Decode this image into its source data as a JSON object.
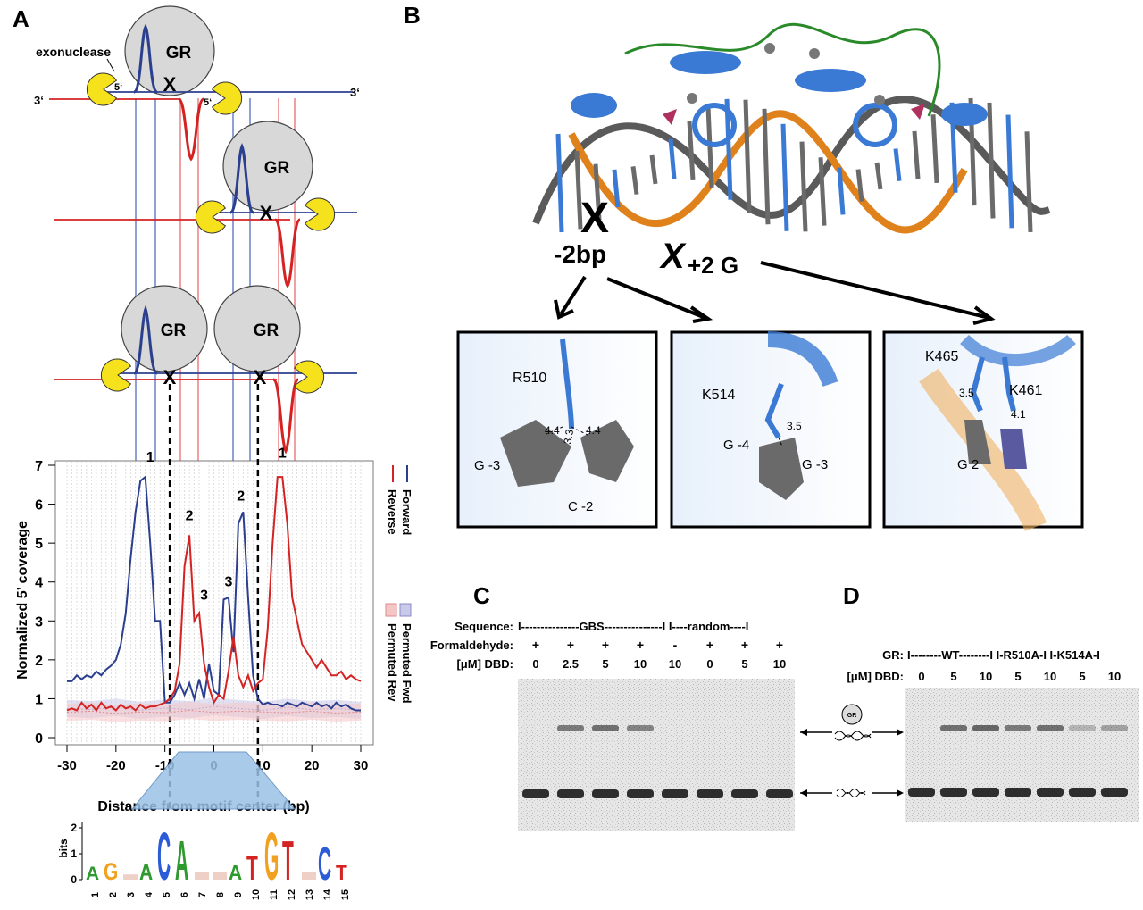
{
  "panels": {
    "a": {
      "label": "A",
      "exonuclease_label": "exonuclease",
      "gr_label": "GR",
      "end_3prime": "3‘",
      "end_5prime": "5‘",
      "bound_mark": "X",
      "chart": {
        "type": "line",
        "xlabel": "Distance from motif center (bp)",
        "ylabel": "Normalized 5’ coverage",
        "xlim": [
          -30,
          30
        ],
        "ylim": [
          0,
          7
        ],
        "xticks": [
          "-30",
          "-20",
          "-10",
          "0",
          "10",
          "20",
          "30"
        ],
        "yticks": [
          "0",
          "1",
          "2",
          "3",
          "4",
          "5",
          "6",
          "7"
        ],
        "grid": true,
        "legend_main": [
          "Forward",
          "Reverse"
        ],
        "legend_perm": [
          "Permuted Fwd",
          "Permuted Rev"
        ],
        "peak_labels": [
          {
            "text": "1",
            "x": -13,
            "y": 7.0
          },
          {
            "text": "2",
            "x": -5,
            "y": 5.5
          },
          {
            "text": "3",
            "x": -2,
            "y": 3.45
          },
          {
            "text": "3",
            "x": 3,
            "y": 3.8
          },
          {
            "text": "2",
            "x": 5.5,
            "y": 6.0
          },
          {
            "text": "1",
            "x": 14,
            "y": 7.1
          }
        ],
        "motif_boundaries": [
          -9,
          9
        ],
        "series": [
          {
            "name": "Forward",
            "color": "#2b3f8f",
            "x": [
              -30,
              -29,
              -28,
              -27,
              -26,
              -25,
              -24,
              -23,
              -22,
              -21,
              -20,
              -19,
              -18,
              -17,
              -16,
              -15,
              -14,
              -13,
              -12,
              -11,
              -10,
              -9,
              -8,
              -7,
              -6,
              -5,
              -4,
              -3,
              -2,
              -1,
              0,
              1,
              2,
              3,
              4,
              5,
              6,
              7,
              8,
              9,
              10,
              11,
              12,
              13,
              14,
              15,
              16,
              17,
              18,
              19,
              20,
              21,
              22,
              23,
              24,
              25,
              26,
              27,
              28,
              29,
              30
            ],
            "y": [
              1.45,
              1.45,
              1.6,
              1.5,
              1.6,
              1.55,
              1.7,
              1.6,
              1.75,
              1.85,
              2.0,
              2.4,
              3.2,
              4.6,
              5.8,
              6.6,
              6.7,
              5.0,
              3.0,
              3.0,
              0.9,
              0.9,
              1.1,
              1.4,
              1.1,
              1.4,
              1.0,
              1.5,
              1.0,
              1.9,
              1.2,
              1.1,
              3.55,
              3.6,
              2.2,
              5.5,
              5.8,
              3.6,
              1.6,
              1.0,
              0.85,
              0.9,
              0.85,
              0.85,
              0.8,
              0.9,
              0.85,
              0.8,
              0.9,
              0.85,
              0.8,
              0.9,
              0.8,
              0.85,
              0.75,
              0.9,
              0.8,
              0.85,
              0.75,
              0.7,
              0.7
            ]
          },
          {
            "name": "Reverse",
            "color": "#d42323",
            "x": [
              -30,
              -29,
              -28,
              -27,
              -26,
              -25,
              -24,
              -23,
              -22,
              -21,
              -20,
              -19,
              -18,
              -17,
              -16,
              -15,
              -14,
              -13,
              -12,
              -11,
              -10,
              -9,
              -8,
              -7,
              -6,
              -5,
              -4,
              -3,
              -2,
              -1,
              0,
              1,
              2,
              3,
              4,
              5,
              6,
              7,
              8,
              9,
              10,
              11,
              12,
              13,
              14,
              15,
              16,
              17,
              18,
              19,
              20,
              21,
              22,
              23,
              24,
              25,
              26,
              27,
              28,
              29,
              30
            ],
            "y": [
              0.7,
              0.75,
              0.7,
              0.9,
              0.75,
              0.85,
              0.7,
              0.9,
              0.75,
              0.8,
              0.7,
              0.85,
              0.75,
              0.8,
              0.7,
              0.85,
              0.75,
              0.8,
              0.8,
              0.85,
              0.9,
              1.0,
              1.2,
              1.9,
              4.4,
              5.2,
              3.0,
              3.2,
              1.9,
              1.3,
              0.9,
              1.1,
              1.0,
              1.7,
              2.6,
              1.6,
              1.3,
              1.6,
              1.2,
              1.4,
              1.5,
              2.8,
              5.0,
              6.7,
              6.7,
              5.5,
              3.6,
              3.0,
              2.4,
              2.2,
              2.0,
              1.8,
              2.0,
              1.8,
              1.6,
              1.6,
              1.7,
              1.5,
              1.6,
              1.5,
              1.45
            ]
          },
          {
            "name": "Permuted Fwd",
            "color": "#8a8ac8",
            "x": [
              -30,
              -25,
              -20,
              -15,
              -10,
              -5,
              0,
              5,
              10,
              15,
              20,
              25,
              30
            ],
            "y": [
              0.75,
              0.72,
              0.78,
              0.7,
              0.76,
              0.72,
              0.8,
              0.75,
              0.7,
              0.78,
              0.72,
              0.75,
              0.7
            ]
          },
          {
            "name": "Permuted Rev",
            "color": "#e08a8a",
            "x": [
              -30,
              -25,
              -20,
              -15,
              -10,
              -5,
              0,
              5,
              10,
              15,
              20,
              25,
              30
            ],
            "y": [
              0.65,
              0.68,
              0.62,
              0.66,
              0.64,
              0.7,
              0.65,
              0.68,
              0.66,
              0.64,
              0.68,
              0.63,
              0.66
            ]
          }
        ]
      },
      "logo": {
        "ylabel": "bits",
        "yticks": [
          "0",
          "1",
          "2"
        ],
        "letters": [
          "A",
          "G",
          "",
          "A",
          "C",
          "A",
          "",
          "",
          "A",
          "T",
          "G",
          "T",
          "",
          "C",
          "T"
        ],
        "heights": [
          0.55,
          0.7,
          0.2,
          0.65,
          1.95,
          1.6,
          0.3,
          0.3,
          0.6,
          1.0,
          1.95,
          1.6,
          0.3,
          1.35,
          0.6
        ],
        "positions": [
          "1",
          "2",
          "3",
          "4",
          "5",
          "6",
          "7",
          "8",
          "9",
          "10",
          "11",
          "12",
          "13",
          "14",
          "15"
        ]
      }
    },
    "b": {
      "label": "B",
      "mutation_left": "-2bp",
      "mutation_right": "+2 G",
      "mutation_mark": "X",
      "insets": [
        {
          "residue": "R510",
          "bases": [
            "G -3",
            "C -2"
          ],
          "distances": [
            "4.4",
            "3.3",
            "4.4"
          ]
        },
        {
          "residue": "K514",
          "bases": [
            "G -4",
            "G -3"
          ],
          "distances": [
            "3.5"
          ]
        },
        {
          "residues": [
            "K465",
            "K461"
          ],
          "bases": [
            "G 2"
          ],
          "distances": [
            "3.5",
            "4.1"
          ]
        }
      ]
    },
    "c": {
      "label": "C",
      "row_sequence_label": "Sequence:",
      "row_sequence_value": "I---------------GBS---------------I I----random----I",
      "row_formaldehyde_label": "Formaldehyde:",
      "formaldehyde": [
        "+",
        "+",
        "+",
        "+",
        "-",
        "+",
        "+",
        "+"
      ],
      "row_dbd_label": "[μM] DBD:",
      "dbd": [
        "0",
        "2.5",
        "5",
        "10",
        "10",
        "0",
        "5",
        "10"
      ],
      "band_intensity_upper": [
        0,
        0.55,
        0.6,
        0.5,
        0,
        0,
        0,
        0
      ]
    },
    "d": {
      "label": "D",
      "row_gr_label": "GR:",
      "row_gr_value": "I--------WT--------I I-R510A-I I-K514A-I",
      "row_dbd_label": "[μM] DBD:",
      "dbd": [
        "0",
        "5",
        "10",
        "5",
        "10",
        "5",
        "10"
      ],
      "band_intensity_upper": [
        0,
        0.6,
        0.65,
        0.55,
        0.6,
        0.25,
        0.35
      ],
      "gr_icon_label": "GR"
    }
  }
}
